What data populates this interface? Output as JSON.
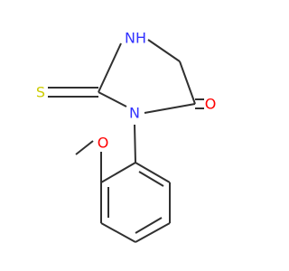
{
  "molecule": {
    "atoms": {
      "nh": {
        "label": "NH",
        "color": "#3333ff"
      },
      "n3": {
        "label": "N",
        "color": "#3333ff"
      },
      "s": {
        "label": "S",
        "color": "#cccc00"
      },
      "o_carbonyl": {
        "label": "O",
        "color": "#ff0000"
      },
      "o_methoxy": {
        "label": "O",
        "color": "#ff0000"
      }
    },
    "bond_color": "#303030"
  }
}
